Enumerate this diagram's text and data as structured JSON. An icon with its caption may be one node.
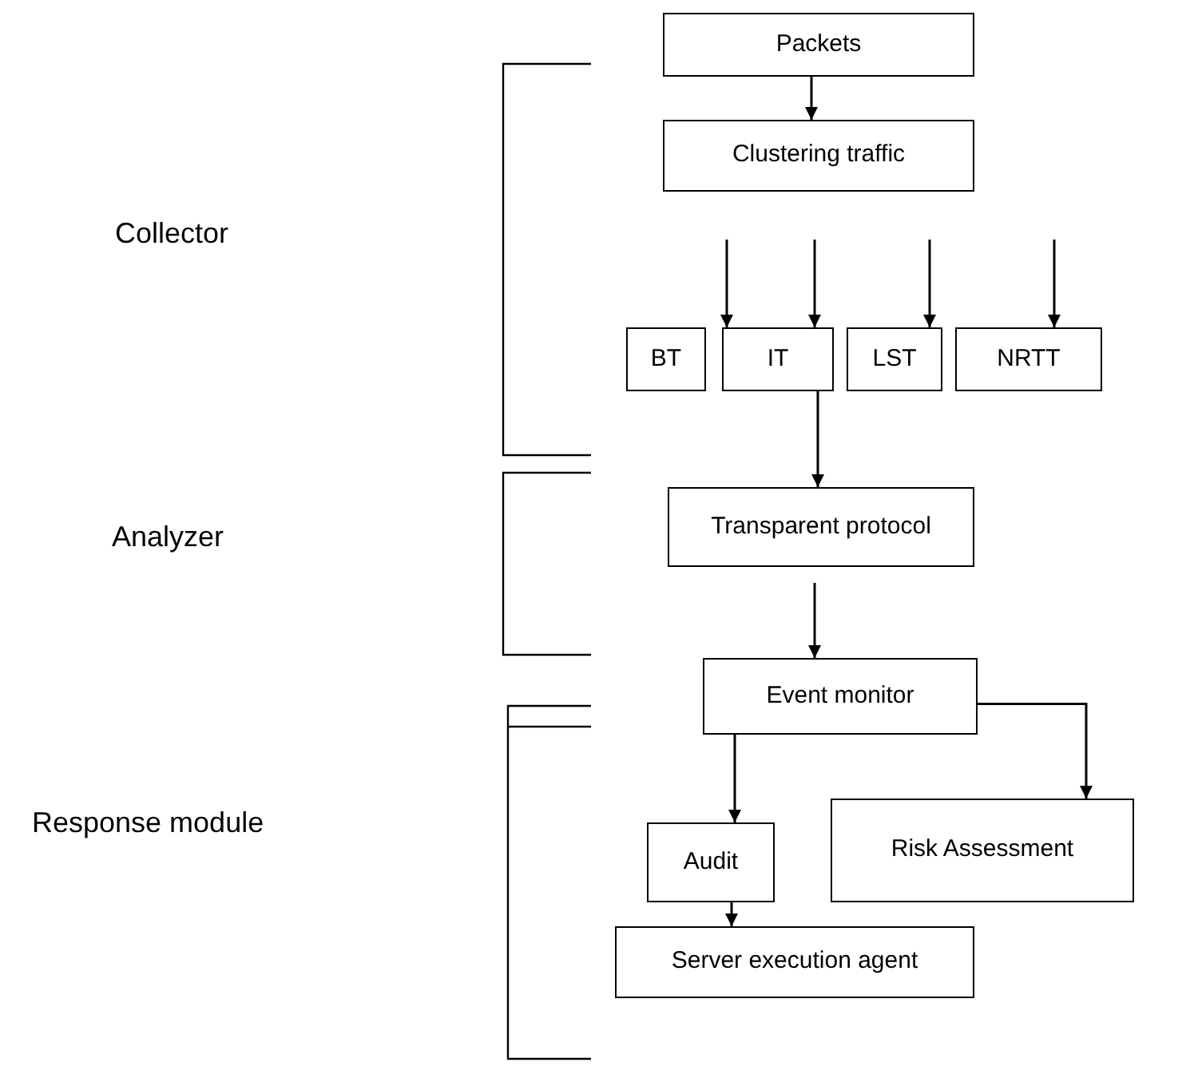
{
  "diagram": {
    "nodes": [
      {
        "text": [
          "Packets"
        ]
      },
      {
        "text": [
          "Clustering traffic"
        ]
      },
      {
        "text": [
          "BT"
        ]
      },
      {
        "text": [
          "IT"
        ]
      },
      {
        "text": [
          "LST"
        ]
      },
      {
        "text": [
          "NRTT"
        ]
      },
      {
        "text": [
          "Transparent protocol"
        ]
      },
      {
        "text": [
          "Event monitor"
        ]
      },
      {
        "text": [
          "Audit"
        ]
      },
      {
        "text": [
          "Risk Assessment"
        ]
      },
      {
        "text": [
          "Server execution agent"
        ]
      }
    ],
    "edges": [
      {
        "from": 0,
        "to": 1,
        "arrow": "to"
      },
      {
        "from": 1,
        "to": 2,
        "arrow": "to"
      },
      {
        "from": 1,
        "to": 3,
        "arrow": "to"
      },
      {
        "from": 1,
        "to": 4,
        "arrow": "to"
      },
      {
        "from": null,
        "to": 5,
        "arrow": "to"
      },
      {
        "from": 3,
        "to": 6,
        "arrow": "to"
      },
      {
        "from": 6,
        "to": 7,
        "arrow": "to"
      },
      {
        "from": 7,
        "to": 8,
        "arrow": "to"
      },
      {
        "from": 7,
        "to": 9,
        "arrow": "to"
      },
      {
        "from": 8,
        "to": 10,
        "arrow": "to"
      }
    ],
    "labels": [
      "Collector",
      "Analyzer",
      "Response module"
    ]
  }
}
